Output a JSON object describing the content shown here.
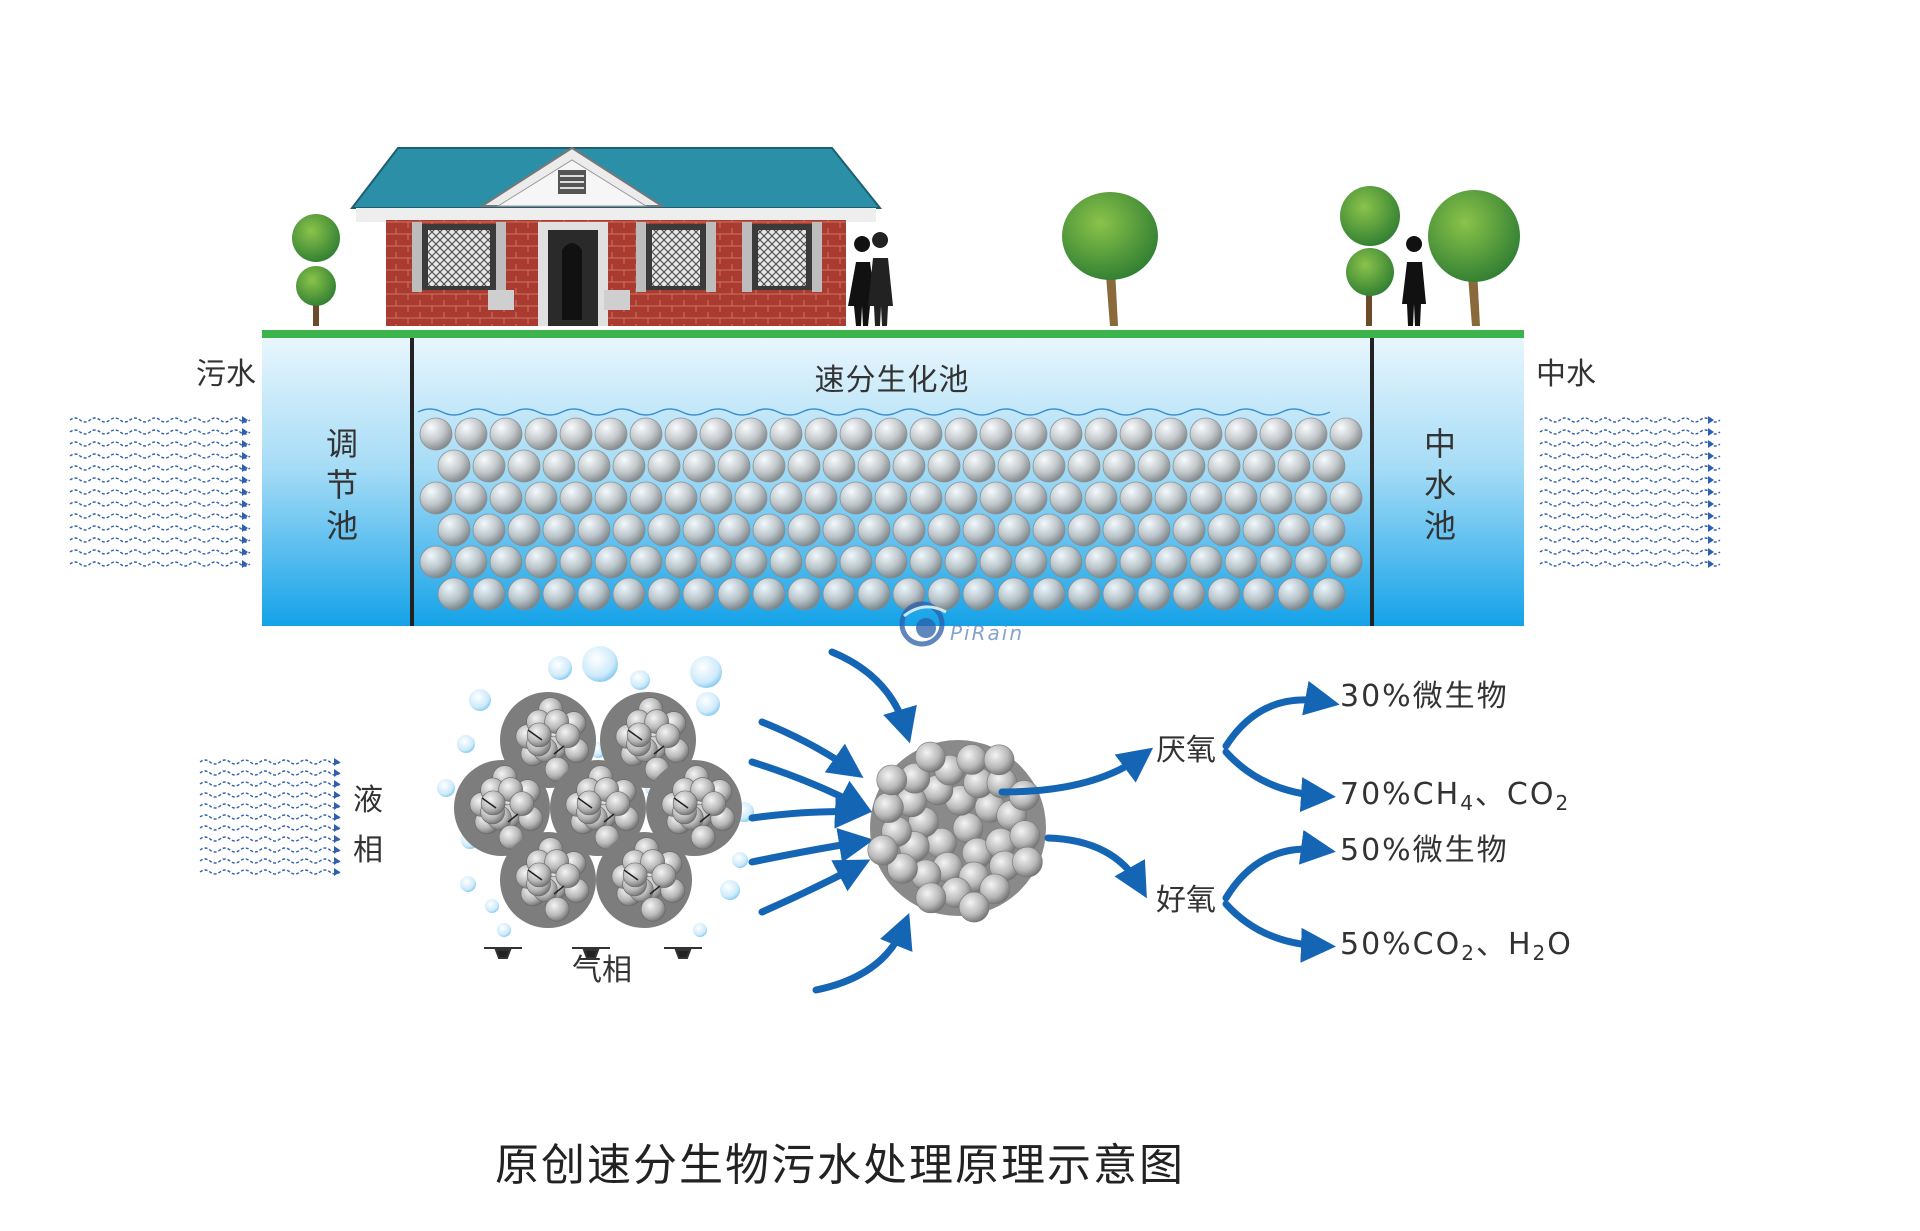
{
  "labels": {
    "inflow": "污水",
    "outflow": "中水",
    "reactor": "速分生化池",
    "equalization_tank": [
      "调",
      "节",
      "池"
    ],
    "reclaimed_tank": [
      "中",
      "水",
      "池"
    ],
    "liquid_phase": [
      "液",
      "相"
    ],
    "gas_phase": "气相",
    "anaerobic": "厌氧",
    "aerobic": "好氧"
  },
  "outputs": {
    "anaerobic_1": "30%微生物",
    "anaerobic_2_a": "70%CH",
    "anaerobic_2_sub1": "4",
    "anaerobic_2_b": "、CO",
    "anaerobic_2_sub2": "2",
    "aerobic_1": "50%微生物",
    "aerobic_2_a": "50%CO",
    "aerobic_2_sub1": "2",
    "aerobic_2_b": "、H",
    "aerobic_2_sub2": "2",
    "aerobic_2_c": "O"
  },
  "watermark": "PiRain",
  "caption": "原创速分生物污水处理原理示意图",
  "colors": {
    "water_top": "#e6f5fd",
    "water_bottom": "#1aa6ea",
    "arrow": "#1565b5",
    "ground": "#3cb44b",
    "roof": "#2e8ca5",
    "brick": "#a63a30"
  }
}
